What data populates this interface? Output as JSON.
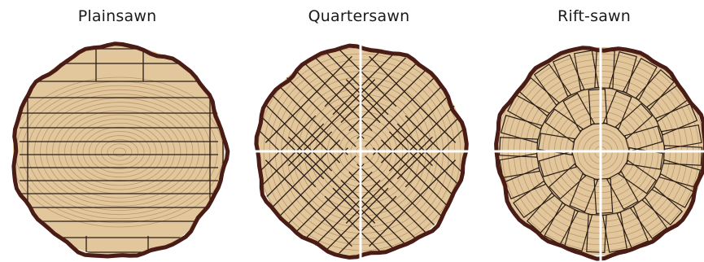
{
  "diagrams": [
    {
      "key": "plainsawn",
      "title": "Plainsawn"
    },
    {
      "key": "quartersawn",
      "title": "Quartersawn"
    },
    {
      "key": "riftsawn",
      "title": "Rift-sawn"
    }
  ],
  "colors": {
    "bark": "#4a1c16",
    "wood": "#e2c69c",
    "ring": "#b08a5e",
    "cut_line": "#2b1d15",
    "quarter_line": "#ffffff",
    "background": "#ffffff"
  }
}
